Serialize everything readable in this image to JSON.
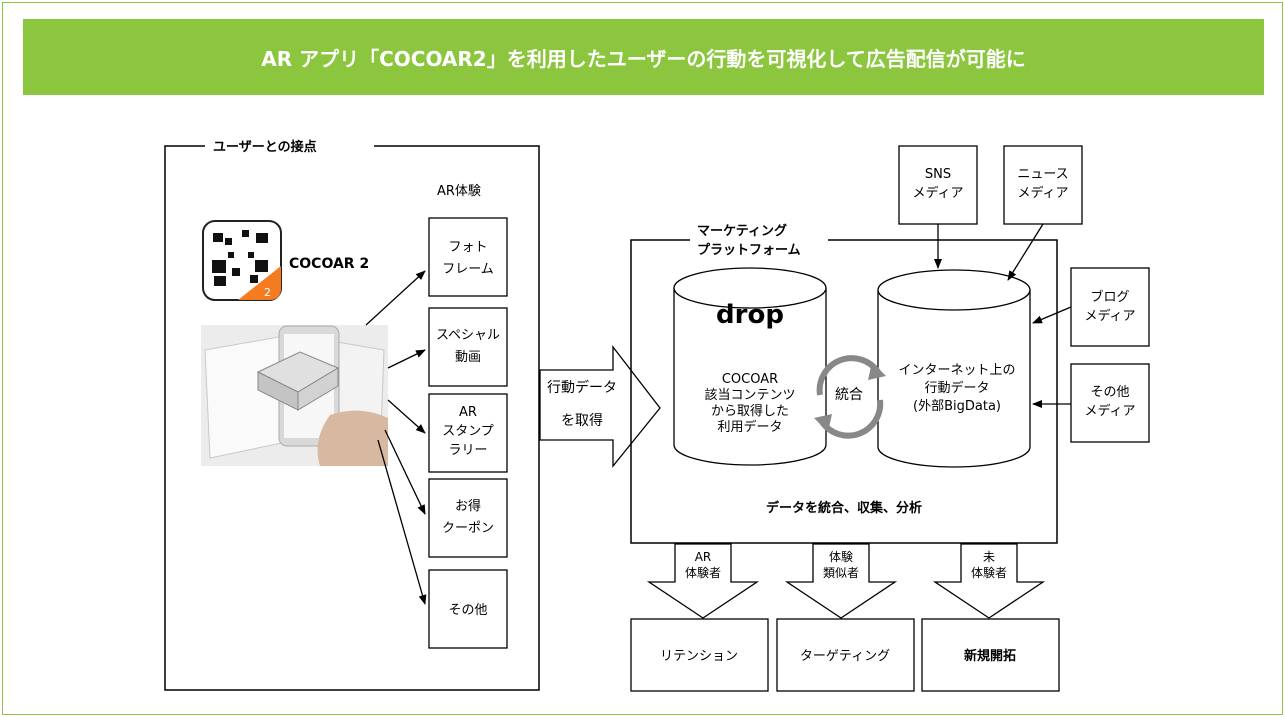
{
  "title": "AR アプリ「COCOAR2」を利用したユーザーの行動を可視化して広告配信が可能に",
  "touchpoint": {
    "heading": "ユーザーとの接点",
    "app_name": "COCOAR 2",
    "app_badge": "2",
    "ar_heading": "AR体験",
    "experiences": [
      [
        "フォト",
        "フレーム"
      ],
      [
        "スペシャル",
        "動画"
      ],
      [
        "AR",
        "スタンプ",
        "ラリー"
      ],
      [
        "お得",
        "クーポン"
      ],
      [
        "その他"
      ]
    ]
  },
  "acquire_label": [
    "行動データ",
    "を取得"
  ],
  "platform": {
    "heading": [
      "マーケティング",
      "プラットフォーム"
    ],
    "db_left_logo": "drop",
    "db_left": [
      "COCOAR",
      "該当コンテンツ",
      "から取得した",
      "利用データ"
    ],
    "merge": "統合",
    "db_right": [
      "インターネット上の",
      "行動データ",
      "(外部BigData)"
    ],
    "footer": "データを統合、収集、分析"
  },
  "media": [
    [
      "SNS",
      "メディア"
    ],
    [
      "ニュース",
      "メディア"
    ],
    [
      "ブログ",
      "メディア"
    ],
    [
      "その他",
      "メディア"
    ]
  ],
  "segments": [
    {
      "arrow": [
        "AR",
        "体験者"
      ],
      "result": "リテンション"
    },
    {
      "arrow": [
        "体験",
        "類似者"
      ],
      "result": "ターゲティング"
    },
    {
      "arrow": [
        "未",
        "体験者"
      ],
      "result": "新規開拓"
    }
  ],
  "colors": {
    "accent": "#8cc63f",
    "orange": "#f47b20"
  }
}
